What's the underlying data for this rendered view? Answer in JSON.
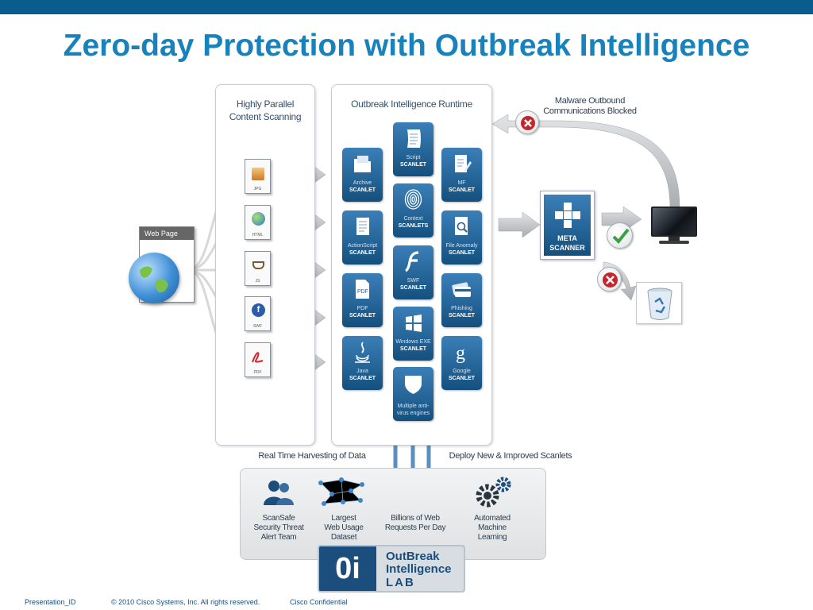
{
  "slide": {
    "title": "Zero-day Protection with Outbreak Intelligence"
  },
  "web_page": {
    "label": "Web Page"
  },
  "parallel_panel": {
    "title_line1": "Highly Parallel",
    "title_line2": "Content Scanning",
    "docs": [
      {
        "type": "JPG",
        "icon": "jpg-file-icon"
      },
      {
        "type": "HTML",
        "icon": "html-file-icon"
      },
      {
        "type": "JS",
        "icon": "js-file-icon"
      },
      {
        "type": "SWF",
        "icon": "swf-file-icon"
      },
      {
        "type": "PDF",
        "icon": "pdf-file-icon"
      }
    ]
  },
  "runtime_panel": {
    "title": "Outbreak Intelligence Runtime",
    "scanlets": [
      {
        "line1": "Script",
        "line2": "SCANLET",
        "icon": "script-icon"
      },
      {
        "line1": "Archive",
        "line2": "SCANLET",
        "icon": "archive-folder-icon"
      },
      {
        "line1": "MF",
        "line2": "SCANLET",
        "icon": "document-pen-icon"
      },
      {
        "line1": "Context",
        "line2": "SCANLETS",
        "icon": "fingerprint-icon"
      },
      {
        "line1": "ActionScript",
        "line2": "SCANLET",
        "icon": "actionscript-icon"
      },
      {
        "line1": "File Anomaly",
        "line2": "SCANLET",
        "icon": "file-search-icon"
      },
      {
        "line1": "SWF",
        "line2": "SCANLET",
        "icon": "flash-icon"
      },
      {
        "line1": "PDF",
        "line2": "SCANLET",
        "icon": "pdf-icon"
      },
      {
        "line1": "Phishing",
        "line2": "SCANLET",
        "icon": "credit-card-icon"
      },
      {
        "line1": "Windows EXE",
        "line2": "SCANLET",
        "icon": "windows-icon"
      },
      {
        "line1": "Java",
        "line2": "SCANLET",
        "icon": "java-icon"
      },
      {
        "line1": "Google",
        "line2": "SCANLET",
        "icon": "google-icon"
      },
      {
        "line1": "Multiple anti-",
        "line2": "virus engines",
        "icon": "shield-icon"
      }
    ]
  },
  "meta_scanner": {
    "line1": "META",
    "line2": "SCANNER"
  },
  "blocked": {
    "line1": "Malware Outbound",
    "line2": "Communications Blocked"
  },
  "lab": {
    "harvest_label": "Real Time Harvesting of Data",
    "deploy_label": "Deploy New & Improved Scanlets",
    "items": [
      {
        "lines": [
          "ScanSafe",
          "Security Threat",
          "Alert Team"
        ],
        "icon": "people-icon"
      },
      {
        "lines": [
          "Largest",
          "Web Usage",
          "Dataset"
        ],
        "icon": "network-icon"
      },
      {
        "lines": [
          "Billions of Web",
          "Requests Per Day"
        ],
        "icon": "loop-arrow-icon"
      },
      {
        "lines": [
          "Automated",
          "Machine",
          "Learning"
        ],
        "icon": "gears-icon"
      }
    ],
    "logo": {
      "mark": "0i",
      "line1": "OutBreak",
      "line2": "Intelligence",
      "line3": "LAB"
    }
  },
  "footer": {
    "presentation_id": "Presentation_ID",
    "copyright": "© 2010 Cisco Systems, Inc. All rights reserved.",
    "confidential": "Cisco Confidential"
  },
  "colors": {
    "title": "#1882bc",
    "topbar": "#0b5c8e",
    "tile": "#1f5f95"
  }
}
